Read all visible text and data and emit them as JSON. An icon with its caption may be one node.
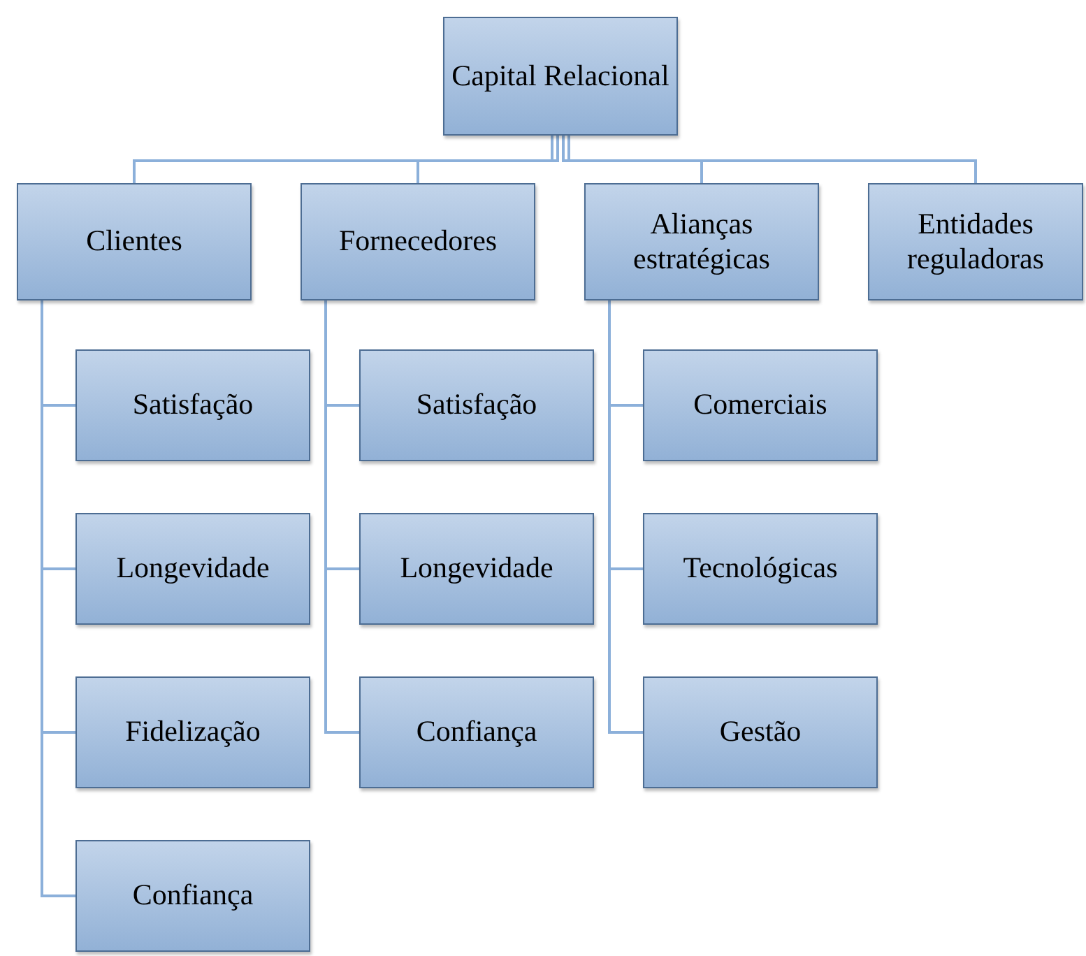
{
  "diagram": {
    "nodes": [
      {
        "text": [
          "Capital Relacional"
        ]
      },
      {
        "text": [
          "Clientes"
        ]
      },
      {
        "text": [
          "Fornecedores"
        ]
      },
      {
        "text": [
          "Alianças estratégicas"
        ]
      },
      {
        "text": [
          "Entidades reguladoras"
        ]
      },
      {
        "text": [
          "Satisfação"
        ]
      },
      {
        "text": [
          "Longevidade"
        ]
      },
      {
        "text": [
          "Fidelização"
        ]
      },
      {
        "text": [
          "Confiança"
        ]
      },
      {
        "text": [
          "Satisfação"
        ]
      },
      {
        "text": [
          "Longevidade"
        ]
      },
      {
        "text": [
          "Confiança"
        ]
      },
      {
        "text": [
          "Comerciais"
        ]
      },
      {
        "text": [
          "Tecnológicas"
        ]
      },
      {
        "text": [
          "Gestão"
        ]
      }
    ],
    "edges": [
      {
        "from": 0,
        "to": 1,
        "arrow": "none"
      },
      {
        "from": 0,
        "to": 2,
        "arrow": "none"
      },
      {
        "from": 0,
        "to": 3,
        "arrow": "none"
      },
      {
        "from": 0,
        "to": 4,
        "arrow": "none"
      },
      {
        "from": 1,
        "to": 5,
        "arrow": "none"
      },
      {
        "from": 1,
        "to": 6,
        "arrow": "none"
      },
      {
        "from": 1,
        "to": 7,
        "arrow": "none"
      },
      {
        "from": 1,
        "to": 8,
        "arrow": "none"
      },
      {
        "from": 2,
        "to": 9,
        "arrow": "none"
      },
      {
        "from": 2,
        "to": 10,
        "arrow": "none"
      },
      {
        "from": 2,
        "to": 11,
        "arrow": "none"
      },
      {
        "from": 3,
        "to": 12,
        "arrow": "none"
      },
      {
        "from": 3,
        "to": 13,
        "arrow": "none"
      },
      {
        "from": 3,
        "to": 14,
        "arrow": "none"
      }
    ]
  }
}
